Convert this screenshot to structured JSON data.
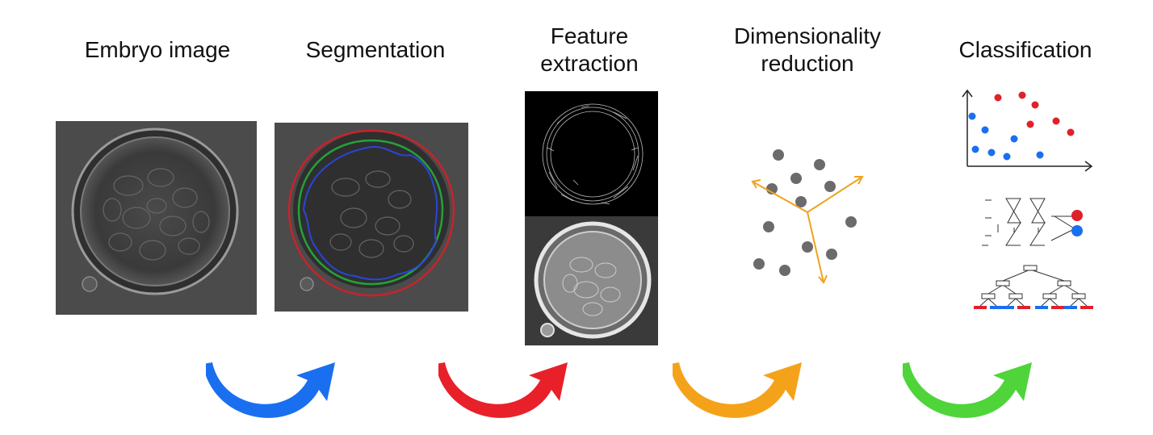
{
  "stages": [
    {
      "title_line1": "Embryo image",
      "title_line2": ""
    },
    {
      "title_line1": "Segmentation",
      "title_line2": ""
    },
    {
      "title_line1": "Feature",
      "title_line2": "extraction"
    },
    {
      "title_line1": "Dimensionality",
      "title_line2": "reduction"
    },
    {
      "title_line1": "Classification",
      "title_line2": ""
    }
  ],
  "colors": {
    "arrow_1": "#1a6ff0",
    "arrow_2": "#e8202a",
    "arrow_3": "#f5a21b",
    "arrow_4": "#4fd43a",
    "contour_outer": "#c8232a",
    "contour_middle": "#25a13a",
    "contour_inner": "#2b45d8",
    "pca_axes": "#f0a21e",
    "class_red": "#e0202a",
    "class_blue": "#1a6ff0"
  }
}
